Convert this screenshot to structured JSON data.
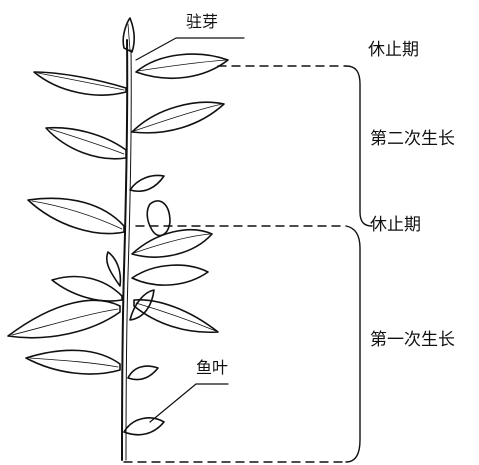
{
  "labels": {
    "bud": "驻芽",
    "fish_leaf": "鱼叶",
    "dormancy_top": "休止期",
    "second_growth": "第二次生长",
    "dormancy_middle": "休止期",
    "first_growth": "第一次生长"
  },
  "colors": {
    "ink": "#111111",
    "background": "#ffffff"
  }
}
